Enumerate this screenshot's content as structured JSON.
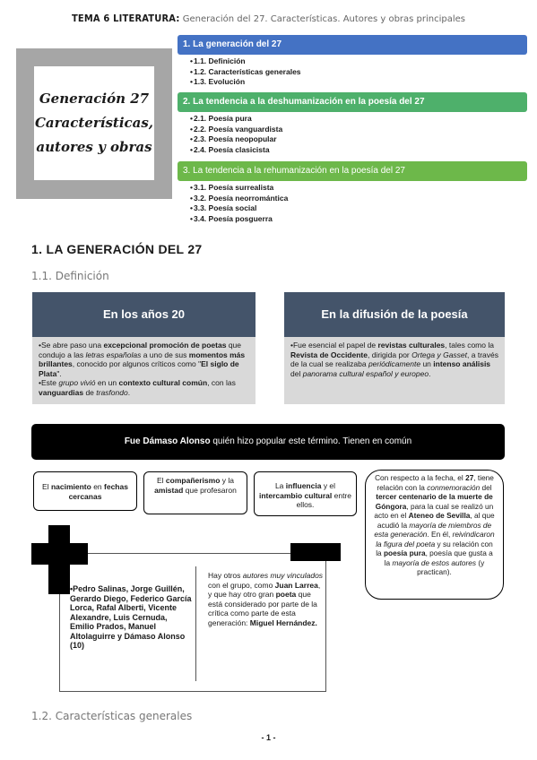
{
  "header": {
    "lead": "TEMA 6 LITERATURA:",
    "rest": " Generación del 27. Características. Autores y obras principales"
  },
  "cover": {
    "lines": [
      "Generación 27",
      "Características,",
      "autores y obras"
    ]
  },
  "toc": {
    "sections": [
      {
        "title": "1. La generación del 27",
        "color": "#4472c4",
        "items": [
          "1.1. Definición",
          "1.2. Características generales",
          "1.3. Evolución"
        ]
      },
      {
        "title": "2. La tendencia a la deshumanización en la poesía del 27",
        "color": "#4eb06b",
        "items": [
          "2.1. Poesía pura",
          "2.2. Poesía vanguardista",
          "2.3. Poesía neopopular",
          "2.4. Poesía clasicista"
        ]
      },
      {
        "title": "3. La tendencia a la rehumanización en la poesía del 27",
        "color": "#6db84a",
        "items": [
          "3.1. Poesía surrealista",
          "3.2. Poesía neorromántica",
          "3.3. Poesía social",
          "3.4. Poesía posguerra"
        ]
      }
    ]
  },
  "section1": {
    "title": "1. LA GENERACIÓN DEL 27",
    "sub1": "1.1. Definición",
    "sub2": "1.2. Características generales"
  },
  "cards": {
    "left": {
      "title": "En los años 20",
      "p1": [
        "Se abre paso una ",
        "excepcional promoción de poetas",
        " que condujo a las ",
        "letras españolas",
        " a uno de sus ",
        "momentos más brillantes",
        ", conocido por algunos críticos como \"",
        "El siglo de Plata",
        "\"."
      ],
      "p2": [
        "Este ",
        "grupo vivió",
        " en un ",
        "contexto cultural común",
        ", con las ",
        "vanguardias",
        " de ",
        "trasfondo",
        "."
      ]
    },
    "right": {
      "title": "En la difusión de la poesía",
      "p1": [
        "Fue esencial el papel de ",
        "revistas culturales",
        ", tales como la ",
        "Revista de Occidente",
        ", dirigida por ",
        "Ortega y Gasset",
        ", a través de la cual se realizaba ",
        "periódicamente",
        " un ",
        "intenso análisis",
        " del ",
        "panorama cultural español y europeo",
        "."
      ]
    }
  },
  "banner": {
    "bold": "Fue Dámaso Alonso",
    "rest": " quién hizo popular este término. Tienen en común"
  },
  "common": {
    "b1": [
      "El ",
      "nacimiento",
      " en ",
      "fechas cercanas"
    ],
    "b2": [
      "El ",
      "compañerismo",
      " y la ",
      "amistad",
      " que profesaron"
    ],
    "b3": [
      "La ",
      "influencia",
      " y el ",
      "intercambio cultural",
      " entre ellos."
    ],
    "b4": [
      "Con respecto a la fecha, el ",
      "27",
      ", tiene relación con la ",
      "conmemoración",
      " del ",
      "tercer centenario de la muerte de Góngora",
      ", para la cual se realizó un acto en el ",
      "Ateneo de Sevilla",
      ", al que acudió la ",
      "mayoría de miembros de esta generación",
      ". En él, ",
      "reivindicaron la figura del poeta",
      " y su relación con la ",
      "poesía pura",
      ", poesía que gusta a la ",
      "mayoría de estos autores",
      " (y practican)."
    ]
  },
  "members": {
    "list": "Pedro Salinas, Jorge Guillén, Gerardo Diego, Federico García Lorca, Rafal Alberti, Vicente Alexandre, Luis Cernuda, Emilio Prados, Manuel Altolaguirre y Dámaso Alonso (10)",
    "others": [
      "Hay otros ",
      "autores muy vinculados",
      " con el grupo, como ",
      "Juan Larrea",
      ", y que hay otro gran ",
      "poeta",
      " que está considerado por parte de la crítica como parte de esta generación: ",
      "Miguel Hernández."
    ]
  },
  "footer": {
    "page": "- 1 -"
  }
}
